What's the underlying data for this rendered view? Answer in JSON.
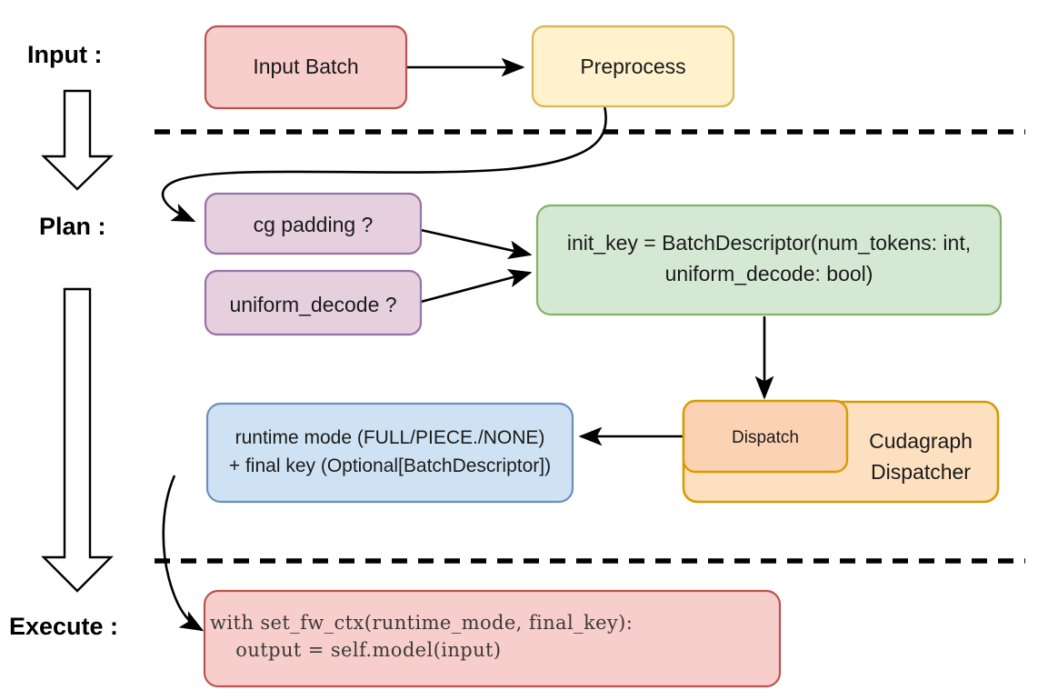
{
  "title": "vLLM cudagraph dispatch pipeline diagram",
  "colors": {
    "pink_fill": "#f8cecc",
    "pink_stroke": "#b85450",
    "yellow_fill": "#fff2cc",
    "yellow_stroke": "#d6b656",
    "purple_fill": "#e6d0de",
    "purple_stroke": "#9673a6",
    "green_fill": "#d5e8d4",
    "green_stroke": "#82b366",
    "blue_fill": "#cfe2f3",
    "blue_stroke": "#6c8ebf",
    "orange_outer_fill": "#fde0c0",
    "orange_inner_fill": "#fbd2b4",
    "orange_stroke": "#d79b00",
    "edge_stroke": "#000000",
    "divider_stroke": "#000000",
    "background": "#ffffff"
  },
  "stage_labels": [
    {
      "id": "input",
      "text": "Input :"
    },
    {
      "id": "plan",
      "text": "Plan :"
    },
    {
      "id": "execute",
      "text": "Execute :"
    }
  ],
  "nodes": {
    "input_batch": {
      "label": "Input Batch"
    },
    "preprocess": {
      "label": "Preprocess"
    },
    "cg_padding": {
      "label": "cg padding ?"
    },
    "uniform_decode": {
      "label": "uniform_decode ?"
    },
    "init_key": {
      "line1": "init_key = BatchDescriptor(num_tokens: int,",
      "line2": "uniform_decode: bool)"
    },
    "cudagraph_dispatcher": {
      "line1": "Cudagraph",
      "line2": "Dispatcher"
    },
    "dispatch": {
      "label": "Dispatch"
    },
    "runtime_mode": {
      "line1": "runtime mode (FULL/PIECE./NONE)",
      "line2": "+ final key (Optional[BatchDescriptor])"
    },
    "execute_code": {
      "line1": "with set_fw_ctx(runtime_mode, final_key):",
      "line2": "    output = self.model(input)"
    }
  },
  "icons": {
    "down_block_arrow_1": "down-block-arrow-icon",
    "down_block_arrow_2": "down-block-arrow-icon"
  }
}
